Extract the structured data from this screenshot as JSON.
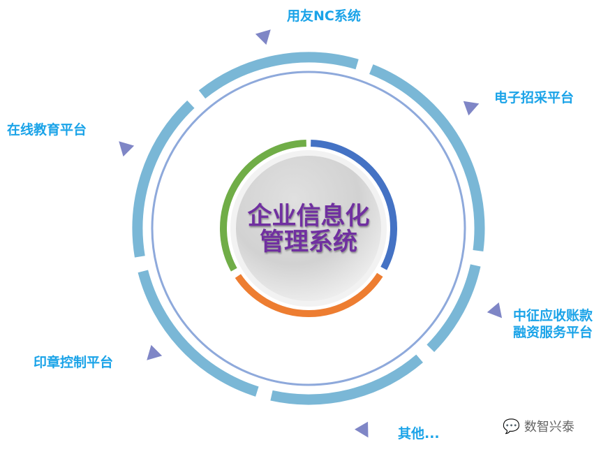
{
  "center": {
    "line1": "企业信息化",
    "line2": "管理系统"
  },
  "labels": [
    {
      "text": "用友NC系统"
    },
    {
      "text": "电子招采平台"
    },
    {
      "text": "在线教育平台"
    },
    {
      "text": "中征应收账款",
      "text2": "融资服务平台"
    },
    {
      "text": "印章控制平台"
    },
    {
      "text": "其他..."
    }
  ],
  "watermark": "数智兴泰",
  "colors": {
    "outer_ring": "#7ab7d6",
    "thin_ring": "#8ea9db",
    "blue": "#4472c4",
    "orange": "#ed7d31",
    "green": "#70ad47",
    "label": "#1aa3e8",
    "triangle": "#7f86c6",
    "title": "#7030a0"
  }
}
